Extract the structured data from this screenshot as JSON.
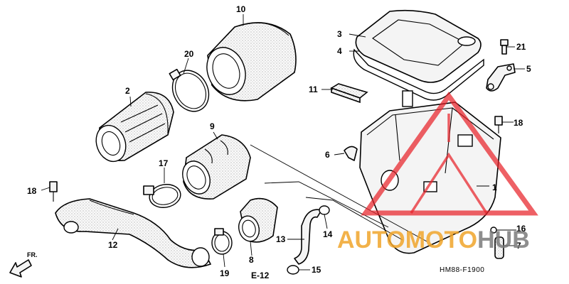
{
  "diagram": {
    "callouts": [
      {
        "id": "c1",
        "text": "1"
      },
      {
        "id": "c2",
        "text": "2"
      },
      {
        "id": "c3",
        "text": "3"
      },
      {
        "id": "c4",
        "text": "4"
      },
      {
        "id": "c5",
        "text": "5"
      },
      {
        "id": "c6",
        "text": "6"
      },
      {
        "id": "c7",
        "text": "7"
      },
      {
        "id": "c8",
        "text": "8"
      },
      {
        "id": "c9",
        "text": "9"
      },
      {
        "id": "c10",
        "text": "10"
      },
      {
        "id": "c11",
        "text": "11"
      },
      {
        "id": "c12",
        "text": "12"
      },
      {
        "id": "c13",
        "text": "13"
      },
      {
        "id": "c14",
        "text": "14"
      },
      {
        "id": "c15",
        "text": "15"
      },
      {
        "id": "c16",
        "text": "16"
      },
      {
        "id": "c17",
        "text": "17"
      },
      {
        "id": "c18a",
        "text": "18"
      },
      {
        "id": "c18b",
        "text": "18"
      },
      {
        "id": "c19",
        "text": "19"
      },
      {
        "id": "c20",
        "text": "20"
      },
      {
        "id": "c21",
        "text": "21"
      }
    ],
    "section_ref": "E-12",
    "direction_label": "FR.",
    "drawing_code": "HM88-F1900"
  },
  "watermark": {
    "word_part1": "AUTO",
    "word_part2": "MOTO",
    "word_part3": "HUB",
    "color_orange": "#f0a52a",
    "color_red": "#e8232a",
    "color_gray": "#7a7a7a"
  }
}
